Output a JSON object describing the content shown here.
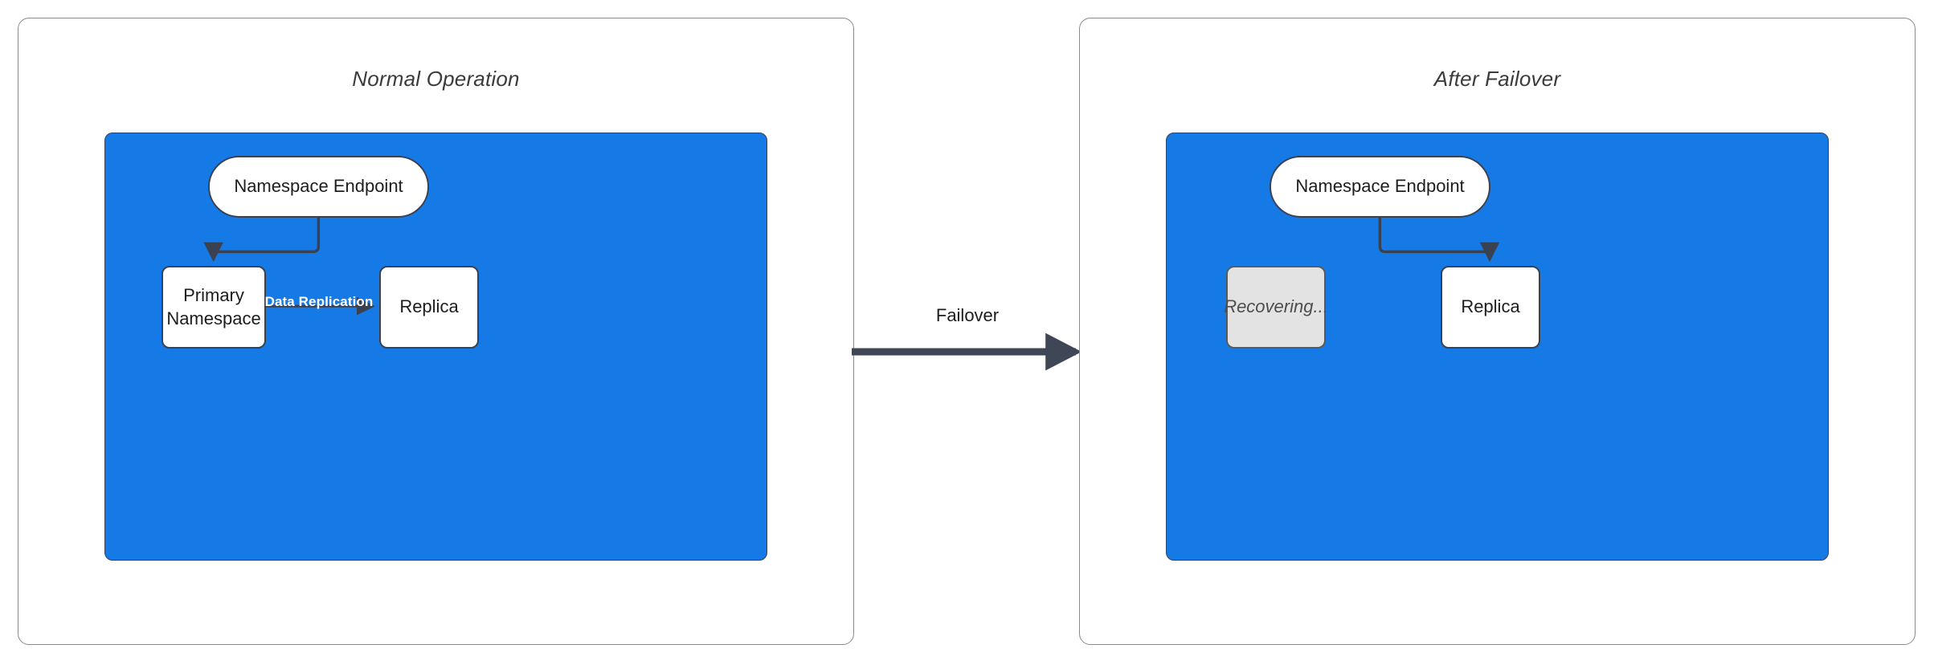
{
  "diagram": {
    "title_normal": "Normal Operation",
    "title_failover": "After Failover",
    "colors": {
      "zone_blue": "#1579E6",
      "stroke_dark": "#3a4150",
      "panel_border": "#8a8a8a",
      "muted_fill": "#e3e3e3",
      "label_white": "#ffffff"
    }
  },
  "left_panel": {
    "title": "Normal Operation",
    "nodes": {
      "endpoint": "Namespace Endpoint",
      "primary": "Primary\nNamespace",
      "primary_line1": "Primary",
      "primary_line2": "Namespace",
      "replica": "Replica"
    },
    "edges": {
      "endpoint_to_primary": "",
      "replication": "Data Replication"
    }
  },
  "right_panel": {
    "title": "After Failover",
    "nodes": {
      "endpoint": "Namespace Endpoint",
      "recovering": "Recovering...",
      "replica": "Replica"
    },
    "edges": {
      "endpoint_to_replica": ""
    }
  },
  "transition": {
    "label": "Failover"
  }
}
